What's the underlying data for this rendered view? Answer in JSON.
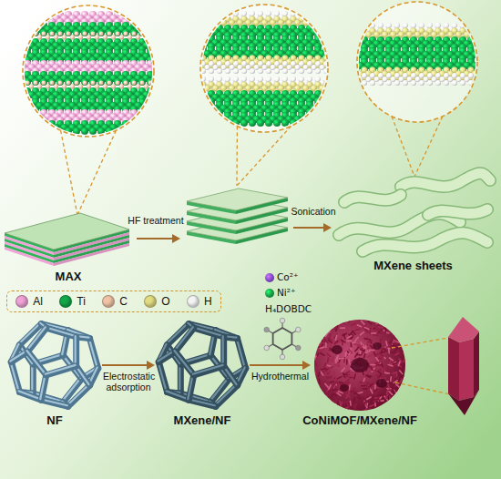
{
  "diagram": {
    "nodes": [
      {
        "text": [
          "MAX"
        ]
      },
      {
        "text": [
          "MXene sheets"
        ]
      },
      {
        "text": [
          "NF"
        ]
      },
      {
        "text": [
          "MXene/NF"
        ]
      },
      {
        "text": [
          "CoNiMOF/MXene/NF"
        ]
      }
    ],
    "edges": [
      {
        "from": 2,
        "to": 3,
        "arrow": "to",
        "label": "Electrostatic adsorption"
      },
      {
        "from": 3,
        "to": 4,
        "arrow": "to",
        "label": "Hydrothermal"
      }
    ],
    "labels": [
      "HF treatment",
      "Sonication",
      "Co²⁺",
      "Ni²⁺",
      "H₄DOBDC"
    ],
    "legend": [
      {
        "text": "Al",
        "color": "#f0a3d6"
      },
      {
        "text": "Ti",
        "color": "#12a84a"
      },
      {
        "text": "C",
        "color": "#f2c4a6"
      },
      {
        "text": "O",
        "color": "#e2dc82"
      },
      {
        "text": "H",
        "color": "#f4f4f4"
      }
    ]
  }
}
